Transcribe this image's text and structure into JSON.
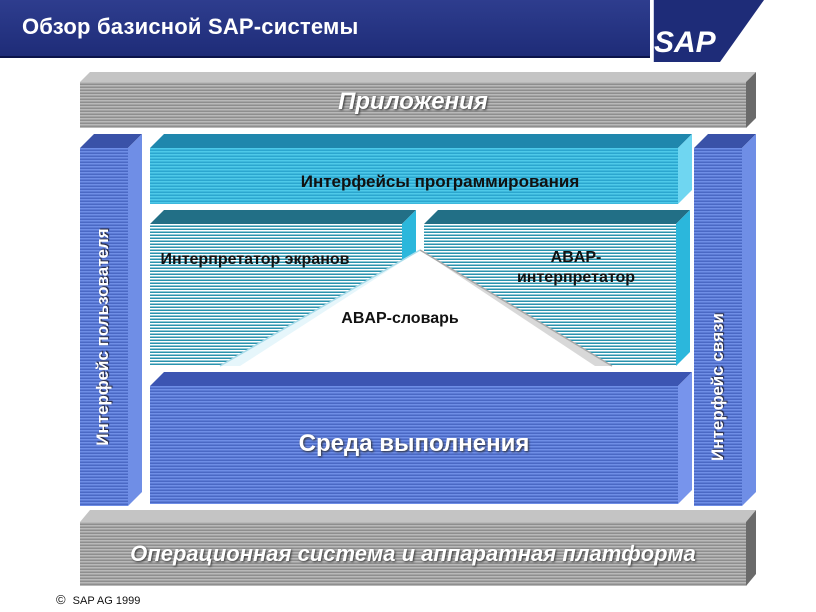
{
  "header": {
    "title": "Обзор базисной SAP-системы",
    "logo_text": "SAP"
  },
  "layers": {
    "applications": "Приложения",
    "programming_interfaces": "Интерфейсы программирования",
    "screen_interpreter": "Интерпретатор экранов",
    "abap_interpreter": "ABAP-интерпретатор",
    "abap_dictionary": "ABAP-словарь",
    "runtime_environment": "Среда выполнения",
    "user_interface": "Интерфейс пользователя",
    "communication_interface": "Интерфейс связи",
    "os_platform": "Операционная система и аппаратная платформа"
  },
  "footer": {
    "copyright_symbol": "©",
    "copyright_text": "SAP AG 1999"
  },
  "colors": {
    "title_bar": "#1e2c78",
    "logo_blue": "#1e2c78",
    "grey_slab": "#9a9a9a",
    "side_blue": "#4a68c4",
    "runtime_blue": "#5b7ad6",
    "prog_cyan": "#2ba6cf",
    "interp_teal": "#2a93ae"
  }
}
